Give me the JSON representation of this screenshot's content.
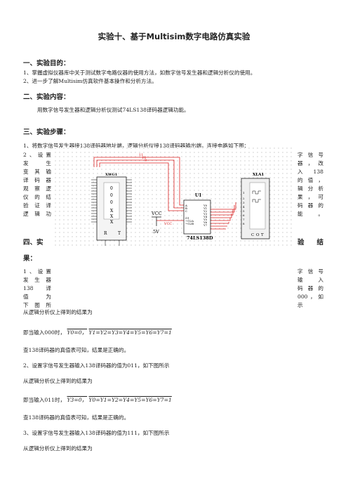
{
  "title": "实验十、基于Multisim数字电路仿真实验",
  "sections": {
    "purpose": {
      "heading": "一、实验目的：",
      "items": [
        "1、掌握虚拟仪器库中关于测试数字电路仪器的使用方法，如数字信号发生器和逻辑分析仪的使用。",
        "2、进一步了解Multisim仿真软件基本操作和分析方法。"
      ]
    },
    "content": {
      "heading": "二、实验内容：",
      "text": "用数字信号发生器和逻辑分析仪测试74LS138译码器逻辑功能。"
    },
    "steps": {
      "heading": "三、实验步骤：",
      "step1": "1、将数字信号发生器接138译码器地址端，逻辑分析仪接138译码器输出端，连接电路如下图：",
      "left_col": [
        "2、设置",
        "发　生",
        "变其输",
        "译码器",
        "观察逻",
        "仪的结",
        "验证译",
        "逻辑功"
      ],
      "right_col": [
        "字信号",
        "器，改",
        "入 138",
        "的值，",
        "辑分析",
        "果，可",
        "码器的",
        "能。"
      ]
    },
    "results": {
      "heading_left": "四、实",
      "heading_right": "验 结",
      "heading_tail": "果：",
      "left_col": [
        "1、设置",
        "发生器",
        "138 译",
        "值　为",
        "下图所"
      ],
      "right_col": [
        "字信号",
        "输　入",
        "码器的",
        "000，如",
        "示"
      ]
    }
  },
  "circuit": {
    "xwg_label": "XWG1",
    "xla_label": "XLA1",
    "u_label": "U1",
    "chip_label": "74LS138D",
    "vcc_label": "VCC",
    "vcc2_label": "VCC",
    "volt_label": "5V",
    "bus_top": "11",
    "bus_mid": "10",
    "bus_low": "9",
    "r_label": "R",
    "t_label": "T",
    "cot_c": "C",
    "cot_o": "O",
    "cot_t": "T",
    "xla_ins": [
      "1",
      "2",
      "3",
      "4",
      "5",
      "6",
      "7",
      "8"
    ],
    "chip_left_pins": [
      "A",
      "B",
      "C",
      "G1",
      "~G2A",
      "~G2B"
    ],
    "chip_right_pins": [
      "Y0",
      "Y1",
      "Y2",
      "Y3",
      "Y4",
      "Y5",
      "Y6",
      "Y7"
    ],
    "xwg_digits": [
      "0",
      "0",
      "0",
      "X",
      "X",
      "X"
    ]
  },
  "body": {
    "r1_intro": "从逻辑分析仪上得到的结果为",
    "r1_eq_prefix": "即当输入000时，",
    "r1_eq_zero": "Y0=0，",
    "r1_eq_ones": "Y1=Y2=Y3=Y4=Y5=Y6=Y7=1",
    "r1_check": "查138译码器的真值表可知，结果是正确的。",
    "r2_setup": "2、设置字信号发生器输入138译码器的值为011，如下图所示",
    "r2_intro": "从逻辑分析仪上得到的结果为",
    "r2_eq_prefix": "即当输入011时，",
    "r2_eq_zero": "Y3=0，",
    "r2_eq_ones": "Y0=Y1=Y2=Y4=Y5=Y6=Y7=1",
    "r2_check": "查138译码器的真值表可知，结果是正确的。",
    "r3_setup": "3、设置字信号发生器输入138译码器的值为111，如下图所示",
    "r3_intro": "从逻辑分析仪上得到的结果为"
  }
}
